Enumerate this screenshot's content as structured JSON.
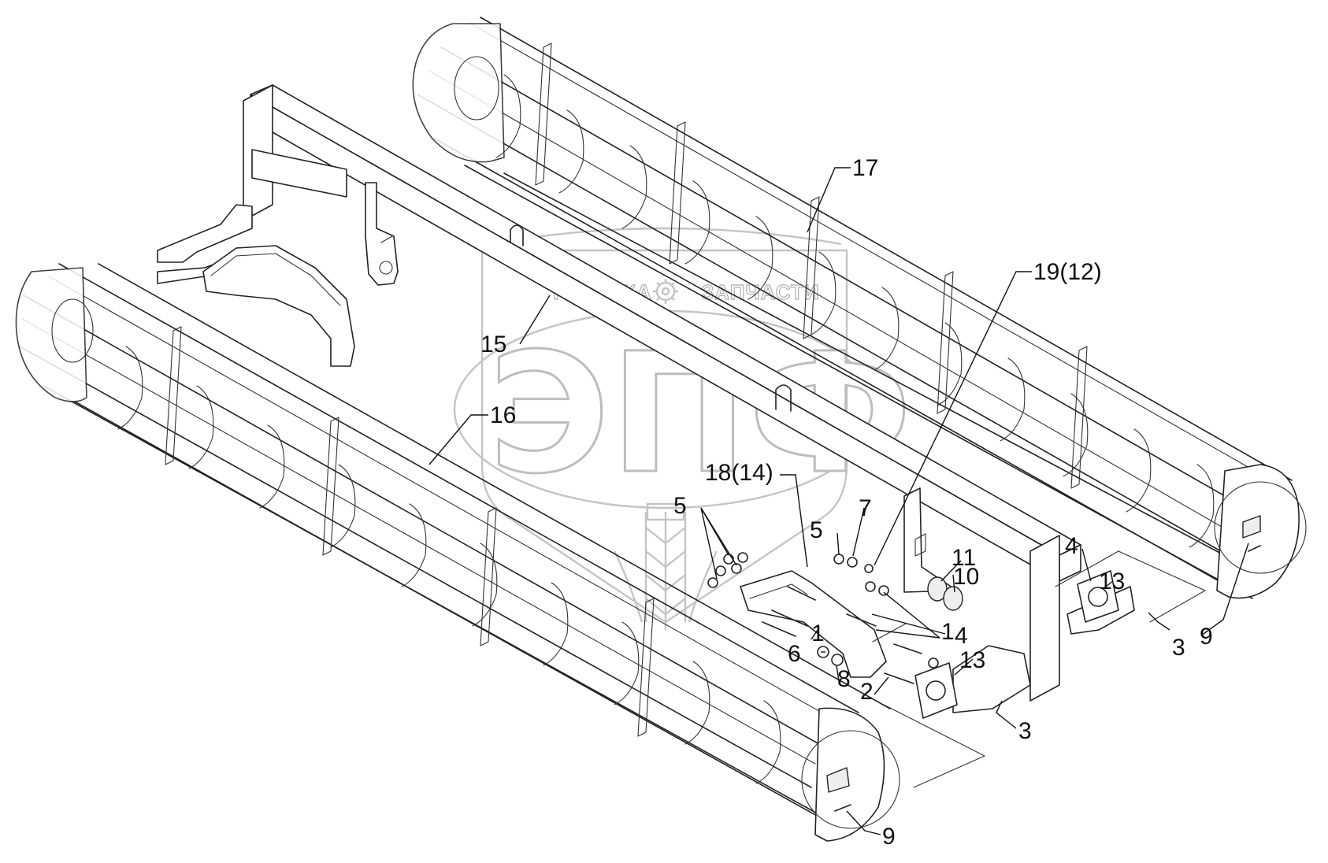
{
  "diagram": {
    "watermark": {
      "top_left_text": "ТЕХНИКА",
      "top_right_text": "ЗАПЧАСТИ",
      "logo_text": "ЭПФ",
      "gear_icon": "gear-icon",
      "wheat_icon": "wheat-ear-icon"
    },
    "callouts": [
      {
        "id": "c17",
        "label": "17"
      },
      {
        "id": "c19",
        "label": "19(12)"
      },
      {
        "id": "c15",
        "label": "15"
      },
      {
        "id": "c16",
        "label": "16"
      },
      {
        "id": "c18",
        "label": "18(14)"
      },
      {
        "id": "c5a",
        "label": "5"
      },
      {
        "id": "c5b",
        "label": "5"
      },
      {
        "id": "c7",
        "label": "7"
      },
      {
        "id": "c11",
        "label": "11"
      },
      {
        "id": "c10",
        "label": "10"
      },
      {
        "id": "c4a",
        "label": "4"
      },
      {
        "id": "c13a",
        "label": "13"
      },
      {
        "id": "c1a",
        "label": "1"
      },
      {
        "id": "c1b",
        "label": "1"
      },
      {
        "id": "c4b",
        "label": "4"
      },
      {
        "id": "c6",
        "label": "6"
      },
      {
        "id": "c8",
        "label": "8"
      },
      {
        "id": "c2",
        "label": "2"
      },
      {
        "id": "c13b",
        "label": "13"
      },
      {
        "id": "c3a",
        "label": "3"
      },
      {
        "id": "c9a",
        "label": "9"
      },
      {
        "id": "c3b",
        "label": "3"
      },
      {
        "id": "c9b",
        "label": "9"
      }
    ]
  }
}
